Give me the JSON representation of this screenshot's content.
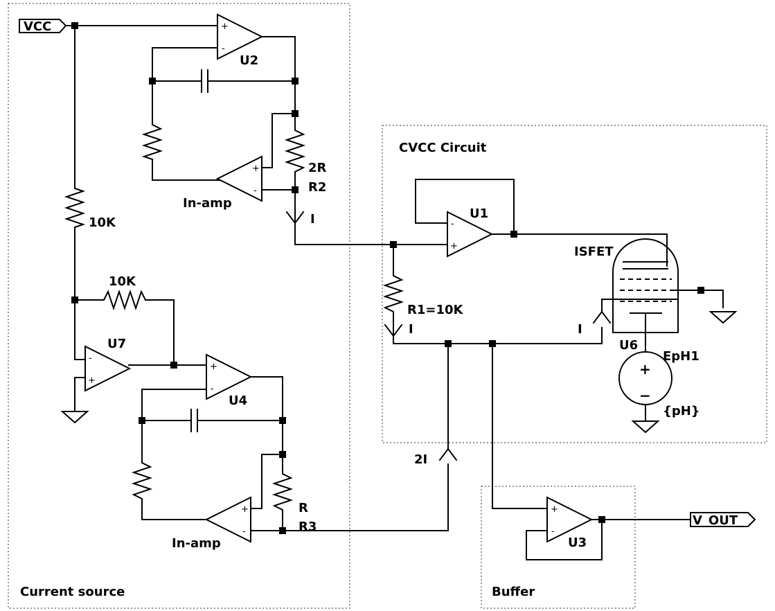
{
  "labels": {
    "vcc": "VCC",
    "v_out": "V_OUT",
    "u1": "U1",
    "u2": "U2",
    "u3": "U3",
    "u4": "U4",
    "u6": "U6",
    "u7": "U7",
    "inamp_top": "In-amp",
    "inamp_bottom": "In-amp",
    "r_10k_vertical": "10K",
    "r_10k_horizontal": "10K",
    "r2_value": "2R",
    "r2_name": "R2",
    "r3_value": "R",
    "r3_name": "R3",
    "r1": "R1=10K",
    "isfet": "ISFET",
    "eph1": "EpH1",
    "ph_param": "{pH}",
    "current_i_top": "I",
    "current_i_left": "I",
    "current_i_right": "I",
    "current_2i": "2I"
  },
  "blocks": {
    "current_source": "Current source",
    "cvcc": "CVCC Circuit",
    "buffer": "Buffer"
  },
  "pin_signs": {
    "plus": "+",
    "minus": "-"
  },
  "source_signs": {
    "plus": "+",
    "minus": "−"
  },
  "icons": {
    "opamp": "opamp-icon",
    "resistor": "resistor-icon",
    "capacitor": "capacitor-icon",
    "ground": "ground-icon",
    "current_arrow": "current-arrow-icon",
    "isfet": "isfet-tube-icon",
    "voltage_source": "voltage-source-icon",
    "net_flag": "net-flag-icon"
  }
}
